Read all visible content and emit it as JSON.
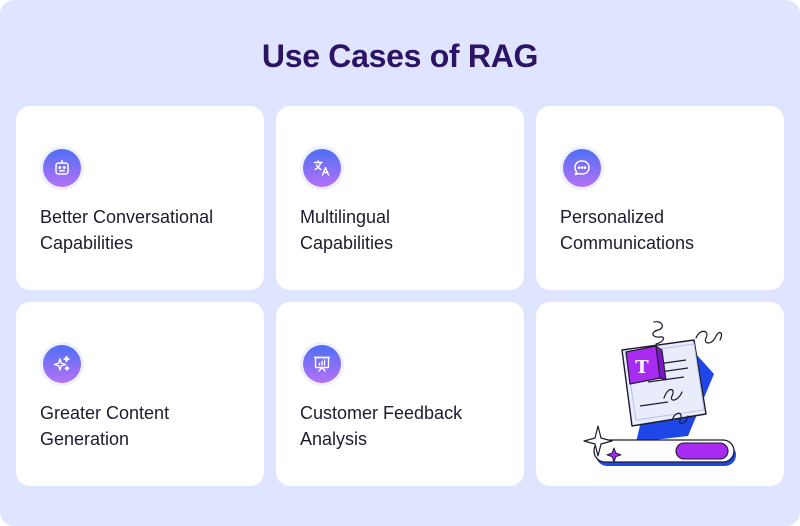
{
  "title": "Use Cases of RAG",
  "cards": [
    {
      "icon": "robot-icon",
      "lines": [
        "Better Conversational",
        "Capabilities"
      ]
    },
    {
      "icon": "translate-icon",
      "lines": [
        "Multilingual",
        "Capabilities"
      ]
    },
    {
      "icon": "chat-bubble-icon",
      "lines": [
        "Personalized",
        "Communications"
      ]
    },
    {
      "icon": "sparkles-icon",
      "lines": [
        "Greater Content",
        "Generation"
      ]
    },
    {
      "icon": "presentation-chart-icon",
      "lines": [
        "Customer Feedback",
        "Analysis"
      ]
    }
  ],
  "illustration": {
    "badge_letter": "T"
  },
  "colors": {
    "background": "#dfe5ff",
    "title": "#2c1366",
    "icon_gradient_start": "#4f6ff5",
    "icon_gradient_end": "#b571f6",
    "accent_purple": "#a92af0",
    "accent_blue": "#1f47e8"
  }
}
